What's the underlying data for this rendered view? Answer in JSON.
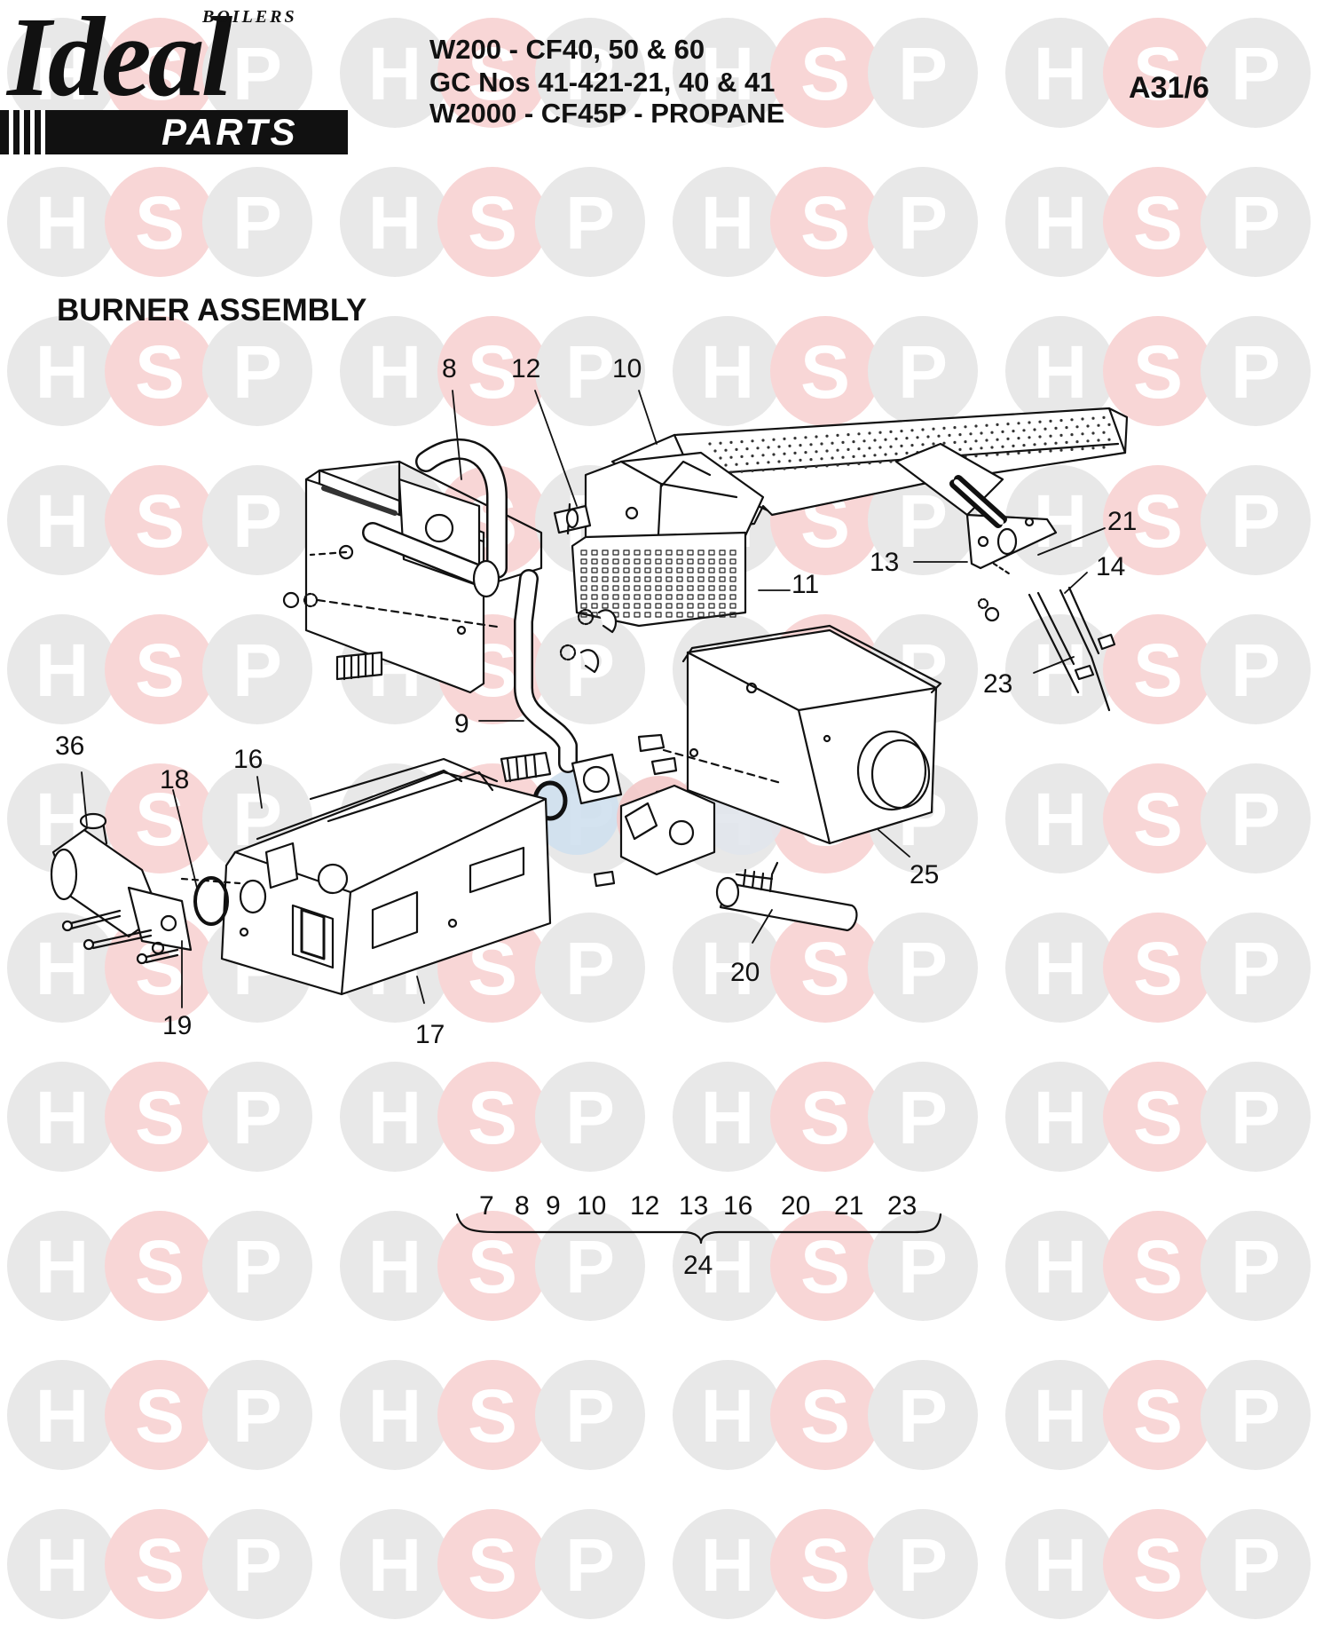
{
  "brand": {
    "small": "BOILERS",
    "name": "Ideal",
    "tag": "PARTS"
  },
  "header": {
    "line1": "W200 - CF40, 50 & 60",
    "line2": "GC Nos 41-421-21, 40 & 41",
    "line3": "W2000 - CF45P - PROPANE",
    "ref": "A31/6"
  },
  "section_title": "BURNER ASSEMBLY",
  "watermark": {
    "letters": [
      "H",
      "S",
      "P"
    ],
    "colors": [
      "#e8e8e8",
      "#f8d6d6",
      "#e8e8e8"
    ],
    "center_colors": [
      "#cfe0ee",
      "#f3c9c9",
      "#e1e6ec"
    ]
  },
  "callouts": {
    "c8": "8",
    "c12": "12",
    "c10": "10",
    "c11": "11",
    "c13": "13",
    "c21": "21",
    "c14": "14",
    "c23": "23",
    "c9": "9",
    "c36": "36",
    "c18": "18",
    "c16": "16",
    "c25": "25",
    "c20": "20",
    "c19": "19",
    "c17": "17"
  },
  "kit": {
    "members": [
      "7",
      "8",
      "9",
      "10",
      "12",
      "13",
      "16",
      "20",
      "21",
      "23"
    ],
    "label": "24"
  }
}
